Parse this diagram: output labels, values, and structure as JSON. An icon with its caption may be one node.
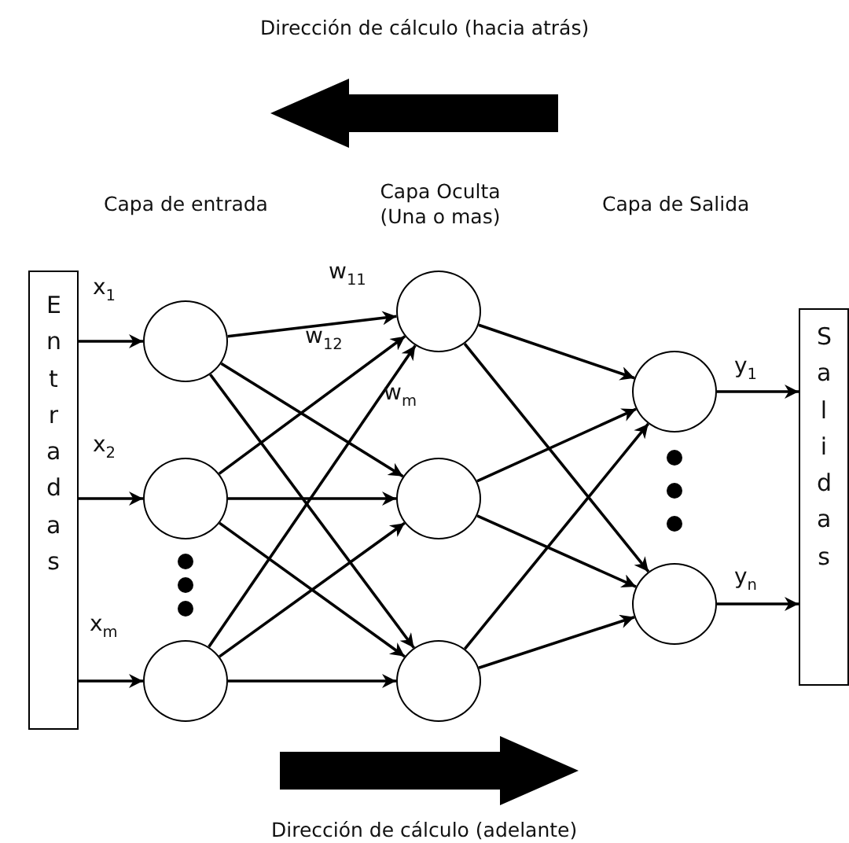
{
  "diagram": {
    "nodes": [
      {
        "text": [
          "Entradas"
        ]
      },
      {
        "text": [],
        "shape": "circle"
      },
      {
        "text": [],
        "shape": "circle"
      },
      {
        "text": [],
        "shape": "circle"
      },
      {
        "text": [],
        "shape": "circle"
      },
      {
        "text": [],
        "shape": "circle"
      },
      {
        "text": [],
        "shape": "circle"
      },
      {
        "text": [],
        "shape": "circle"
      },
      {
        "text": [],
        "shape": "circle"
      },
      {
        "text": [
          "Salidas"
        ]
      }
    ],
    "edges": [
      {
        "from": 0,
        "to": 1,
        "arrow": "to",
        "label": "x$_{1}$"
      },
      {
        "from": 0,
        "to": 2,
        "arrow": "to",
        "label": "x$_{2}$"
      },
      {
        "from": 0,
        "to": 3,
        "arrow": "to",
        "label": "x$_{m}$"
      },
      {
        "from": 1,
        "to": 4,
        "arrow": "to",
        "label": "w$_{11}$"
      },
      {
        "from": 1,
        "to": 5,
        "arrow": "to"
      },
      {
        "from": 1,
        "to": 6,
        "arrow": "to"
      },
      {
        "from": 2,
        "to": 4,
        "arrow": "to"
      },
      {
        "from": 2,
        "to": 5,
        "arrow": "to"
      },
      {
        "from": 2,
        "to": 6,
        "arrow": "to"
      },
      {
        "from": 3,
        "to": 4,
        "arrow": "to"
      },
      {
        "from": 3,
        "to": 5,
        "arrow": "to"
      },
      {
        "from": 3,
        "to": 6,
        "arrow": "to"
      },
      {
        "from": 4,
        "to": 7,
        "arrow": "to"
      },
      {
        "from": 4,
        "to": 8,
        "arrow": "to"
      },
      {
        "from": 5,
        "to": 7,
        "arrow": "to"
      },
      {
        "from": 5,
        "to": 8,
        "arrow": "to"
      },
      {
        "from": 6,
        "to": 7,
        "arrow": "to"
      },
      {
        "from": 6,
        "to": 8,
        "arrow": "to"
      },
      {
        "from": 7,
        "to": 9,
        "arrow": "to",
        "label": "y$_{1}$"
      },
      {
        "from": 8,
        "to": 9,
        "arrow": "to",
        "label": "y$_{n}$"
      }
    ],
    "labels": [
      "Dirección de cálculo (hacia atrás)",
      "Capa de entrada",
      "Capa Oculta (Una o mas)",
      "Capa de Salida",
      "w$_{12}$",
      "w$_{m}$",
      "Dirección de cálculo (adelante)"
    ]
  }
}
